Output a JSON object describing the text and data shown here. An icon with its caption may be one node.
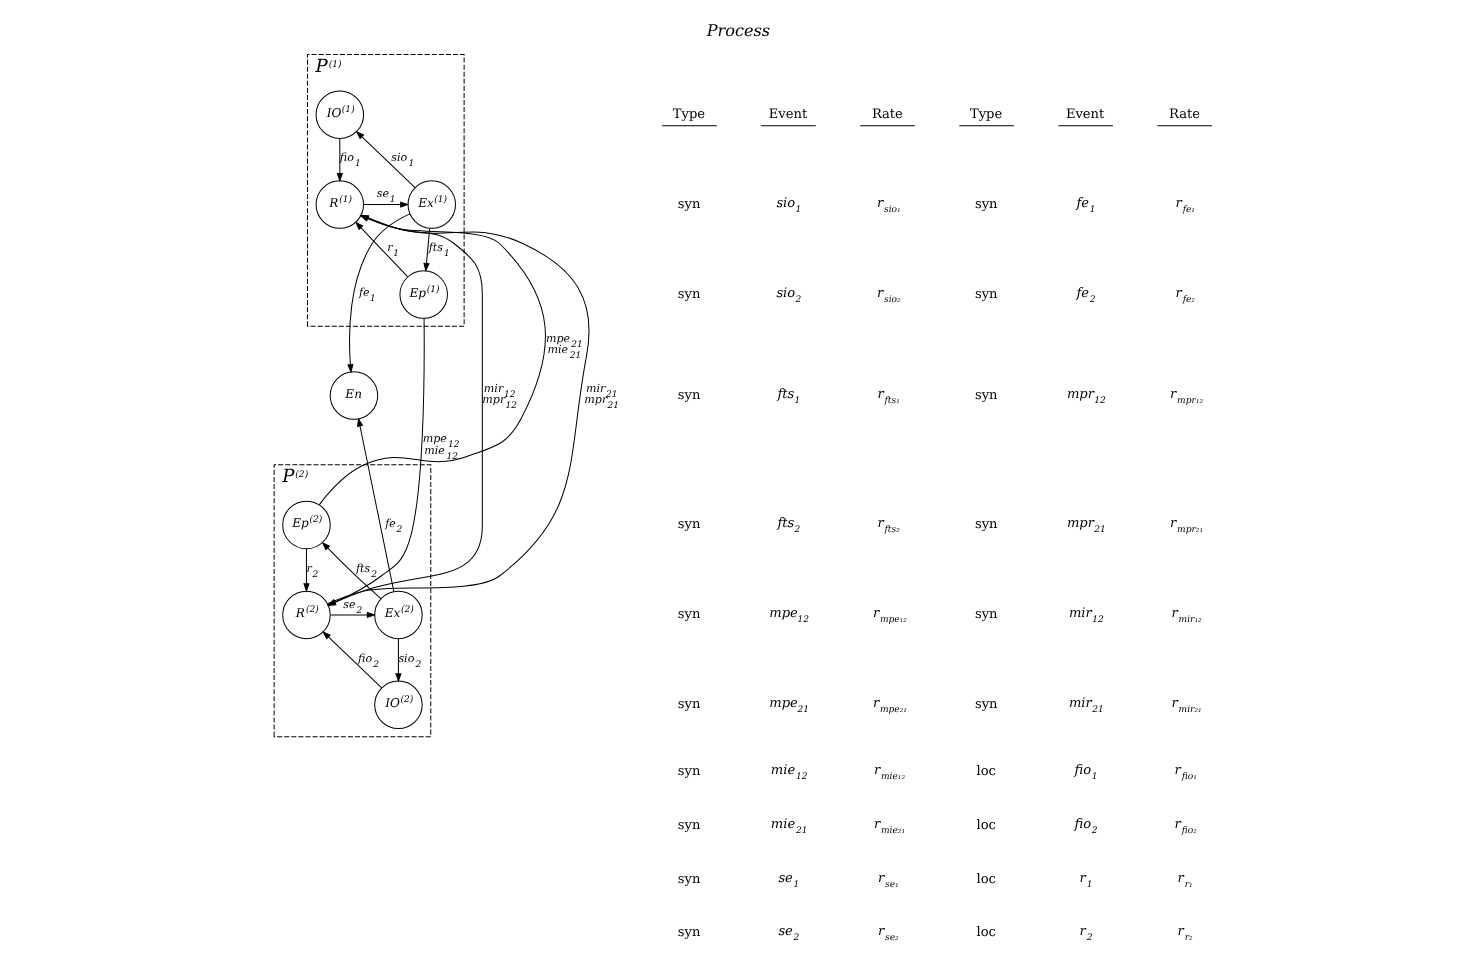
{
  "diagram": {
    "title": "Process",
    "nodes": [
      {
        "text": [
          "P$^{(1)}$"
        ]
      },
      {
        "text": [
          "IO$^{(1)}$"
        ],
        "in": 0
      },
      {
        "text": [
          "R$^{(1)}$"
        ],
        "in": 0
      },
      {
        "text": [
          "Ex$^{(1)}$"
        ],
        "in": 0
      },
      {
        "text": [
          "Ep$^{(1)}$"
        ],
        "in": 0
      },
      {
        "text": [
          "En"
        ]
      },
      {
        "text": [
          "P$^{(2)}$"
        ]
      },
      {
        "text": [
          "Ep$^{(2)}$"
        ],
        "in": 6
      },
      {
        "text": [
          "R$^{(2)}$"
        ],
        "in": 6
      },
      {
        "text": [
          "Ex$^{(2)}$"
        ],
        "in": 6
      },
      {
        "text": [
          "IO$^{(2)}$"
        ],
        "in": 6
      }
    ],
    "edges": [
      {
        "from": 1,
        "to": 2,
        "arrow": "to",
        "label": "fio$_{1}$"
      },
      {
        "from": 3,
        "to": 1,
        "arrow": "to",
        "label": "sio$_{1}$"
      },
      {
        "from": 2,
        "to": 3,
        "arrow": "to",
        "label": "se$_{1}$"
      },
      {
        "from": 3,
        "to": 4,
        "arrow": "to",
        "label": "fts$_{1}$"
      },
      {
        "from": 4,
        "to": 2,
        "arrow": "to",
        "label": "r$_{1}$"
      },
      {
        "from": 3,
        "to": 5,
        "arrow": "to",
        "label": "fe$_{1}$"
      },
      {
        "from": 7,
        "to": 2,
        "arrow": "to",
        "label": "mpe$_{21}$ mie$_{21}$"
      },
      {
        "from": 4,
        "to": 8,
        "arrow": "to",
        "label": "mpe$_{12}$ mie$_{12}$"
      },
      {
        "from": 8,
        "to": 2,
        "arrow": "to",
        "label": "mir$_{21}$ mpr$_{21}$"
      },
      {
        "from": 2,
        "to": 8,
        "arrow": "to",
        "label": "mir$_{12}$ mpr$_{12}$"
      },
      {
        "from": 7,
        "to": 8,
        "arrow": "to",
        "label": "r$_{2}$"
      },
      {
        "from": 9,
        "to": 7,
        "arrow": "to",
        "label": "fts$_{2}$"
      },
      {
        "from": 8,
        "to": 9,
        "arrow": "to",
        "label": "se$_{2}$"
      },
      {
        "from": 9,
        "to": 5,
        "arrow": "to",
        "label": "fe$_{2}$"
      },
      {
        "from": 9,
        "to": 10,
        "arrow": "to",
        "label": "sio$_{2}$"
      },
      {
        "from": 10,
        "to": 8,
        "arrow": "to",
        "label": "fio$_{2}$"
      }
    ],
    "labels": [
      "Type",
      "Event",
      "Rate",
      "Type",
      "Event",
      "Rate",
      "syn",
      "sio$_{1}$",
      "r$_{sio₁}$",
      "syn",
      "fe$_{1}$",
      "r$_{fe₁}$",
      "syn",
      "sio$_{2}$",
      "r$_{sio₂}$",
      "syn",
      "fe$_{2}$",
      "r$_{fe₂}$",
      "syn",
      "fts$_{1}$",
      "r$_{fts₁}$",
      "syn",
      "mpr$_{12}$",
      "r$_{mpr₁₂}$",
      "syn",
      "fts$_{2}$",
      "r$_{fts₂}$",
      "syn",
      "mpr$_{21}$",
      "r$_{mpr₂₁}$",
      "syn",
      "mpe$_{12}$",
      "r$_{mpe₁₂}$",
      "syn",
      "mir$_{12}$",
      "r$_{mir₁₂}$",
      "syn",
      "mpe$_{21}$",
      "r$_{mpe₂₁}$",
      "syn",
      "mir$_{21}$",
      "r$_{mir₂₁}$",
      "syn",
      "mie$_{12}$",
      "r$_{mie₁₂}$",
      "loc",
      "fio$_{1}$",
      "r$_{fio₁}$",
      "syn",
      "mie$_{21}$",
      "r$_{mie₂₁}$",
      "loc",
      "fio$_{2}$",
      "r$_{fio₂}$",
      "syn",
      "se$_{1}$",
      "r$_{se₁}$",
      "loc",
      "r$_{1}$",
      "r$_{r₁}$",
      "syn",
      "se$_{2}$",
      "r$_{se₂}$",
      "loc",
      "r$_{2}$",
      "r$_{r₂}$"
    ]
  }
}
